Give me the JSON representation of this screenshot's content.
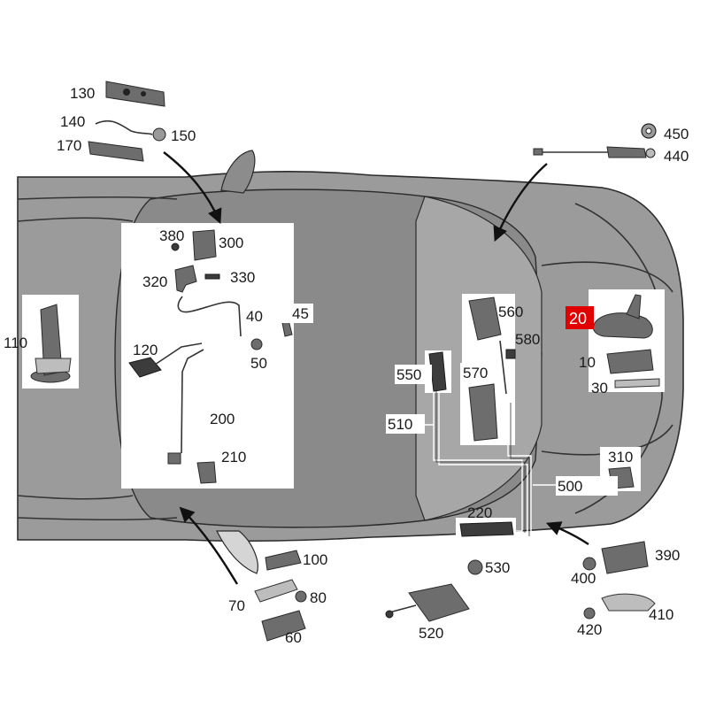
{
  "labels": {
    "l130": "130",
    "l140": "140",
    "l150": "150",
    "l170": "170",
    "l450": "450",
    "l440": "440",
    "l380": "380",
    "l300": "300",
    "l320": "320",
    "l330": "330",
    "l40": "40",
    "l45": "45",
    "l120": "120",
    "l50": "50",
    "l200": "200",
    "l210": "210",
    "l110": "110",
    "l560": "560",
    "l580": "580",
    "l550": "550",
    "l570": "570",
    "l510": "510",
    "l500": "500",
    "l220": "220",
    "l20": "20",
    "l10": "10",
    "l30": "30",
    "l310": "310",
    "l100": "100",
    "l80": "80",
    "l70": "70",
    "l60": "60",
    "l530": "530",
    "l520": "520",
    "l390": "390",
    "l400": "400",
    "l410": "410",
    "l420": "420"
  },
  "colors": {
    "body": "#9a9a9a",
    "body_dark": "#7d7d7d",
    "outline": "#2b2b2b",
    "highlight": "#e00000"
  }
}
